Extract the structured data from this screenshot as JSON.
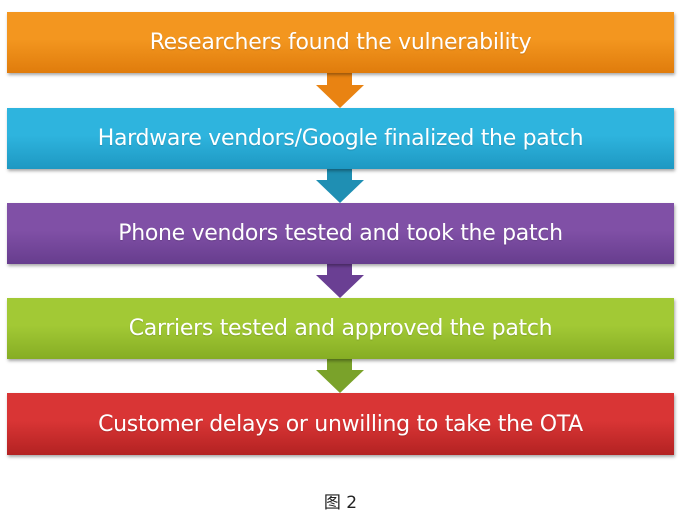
{
  "diagram": {
    "type": "vertical-flowchart",
    "steps": [
      {
        "label": "Researchers found the vulnerability",
        "color_top": "#f3961f",
        "color_bottom": "#e07c0c",
        "arrow_color": "#e98312"
      },
      {
        "label": "Hardware vendors/Google finalized the patch",
        "color_top": "#2eb4de",
        "color_bottom": "#1e98c2",
        "arrow_color": "#1f8fb3"
      },
      {
        "label": "Phone vendors tested and took the patch",
        "color_top": "#8050a6",
        "color_bottom": "#673d8e",
        "arrow_color": "#6a3f93"
      },
      {
        "label": "Carriers tested and approved the patch",
        "color_top": "#a2c935",
        "color_bottom": "#86ad24",
        "arrow_color": "#7aa22a"
      },
      {
        "label": "Customer delays or unwilling to take the OTA",
        "color_top": "#d93535",
        "color_bottom": "#b32222",
        "arrow_color": null
      }
    ],
    "edges": [
      {
        "from": 0,
        "to": 1
      },
      {
        "from": 1,
        "to": 2
      },
      {
        "from": 2,
        "to": 3
      },
      {
        "from": 3,
        "to": 4
      }
    ]
  },
  "caption": "图 2"
}
